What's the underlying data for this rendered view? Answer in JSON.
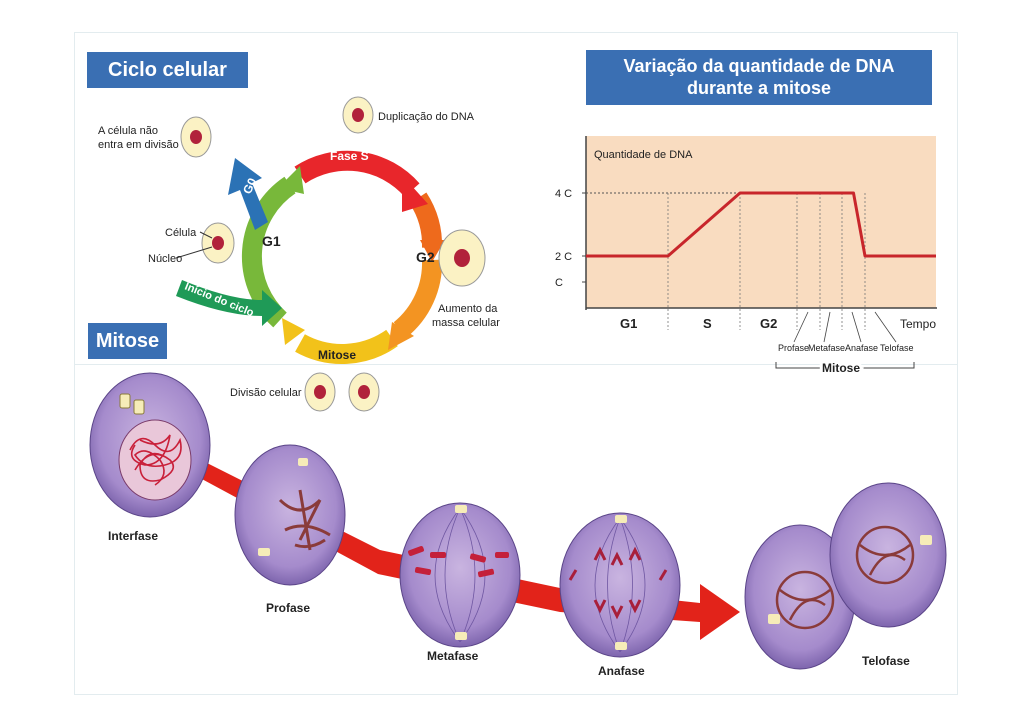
{
  "headings": {
    "cell_cycle": "Ciclo celular",
    "dna_line1": "Variação da quantidade de DNA",
    "dna_line2": "durante a mitose",
    "mitosis": "Mitose"
  },
  "cycle": {
    "g0": "G0",
    "fase_s": "Fase S",
    "g1": "G1",
    "g2": "G2",
    "mitose_arc": "Mitose",
    "inicio": "Início do ciclo",
    "dup_dna": "Duplicação do DNA",
    "nao_div_1": "A célula não",
    "nao_div_2": "entra em divisão",
    "celula": "Célula",
    "nucleo": "Núcleo",
    "aumento_1": "Aumento da",
    "aumento_2": "massa celular",
    "divisao": "Divisão celular"
  },
  "chart_data": {
    "type": "line",
    "ylabel": "Quantidade de DNA",
    "xlabel": "Tempo",
    "y_ticks": [
      "4 C",
      "2 C",
      "C"
    ],
    "y_tick_values": [
      4,
      2,
      1
    ],
    "x_phases": [
      "G1",
      "S",
      "G2"
    ],
    "mitosis_phases": [
      "Profase",
      "Metafase",
      "Anafase",
      "Telofase"
    ],
    "mitosis_label": "Mitose",
    "series": [
      {
        "x": [
          0,
          1,
          2,
          3,
          3.5,
          4,
          4.5,
          5,
          6
        ],
        "y": [
          2,
          2,
          4,
          4,
          4,
          4,
          4,
          2,
          2
        ]
      }
    ],
    "color": "#c8262b",
    "background": "#f9dcc0"
  },
  "stages": {
    "interfase": "Interfase",
    "profase": "Profase",
    "metafase": "Metafase",
    "anafase": "Anafase",
    "telofase": "Telofase"
  }
}
